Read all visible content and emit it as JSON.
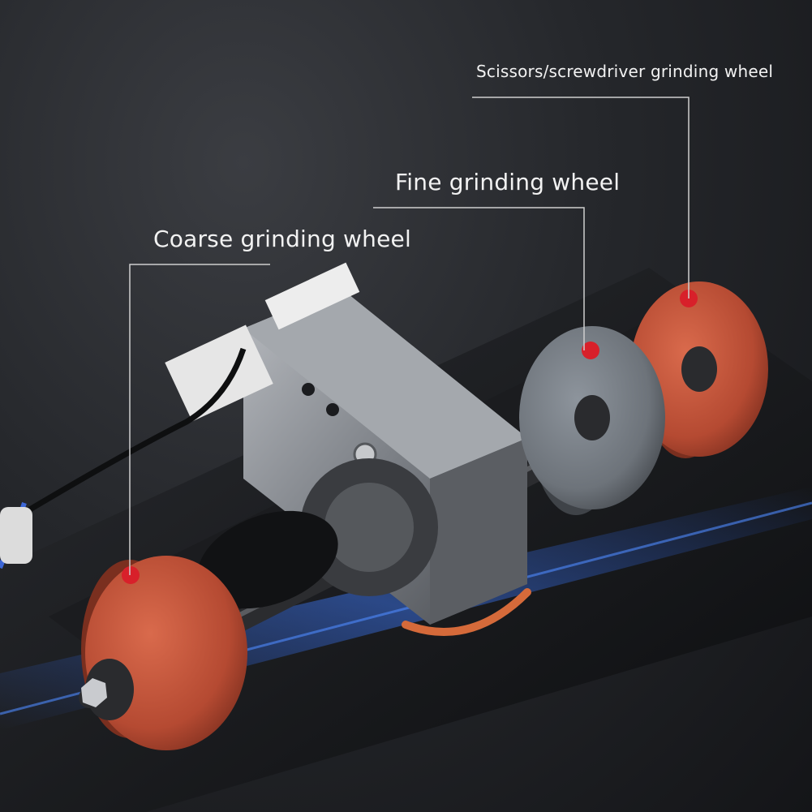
{
  "callouts": {
    "scissors_wheel": "Scissors/screwdriver grinding wheel",
    "fine_wheel": "Fine grinding wheel",
    "coarse_wheel": "Coarse grinding wheel"
  },
  "colors": {
    "orange_wheel": "#c9583e",
    "grey_wheel": "#7c8289",
    "marker_dot": "#d8202a",
    "leader_line": "#cfcfcf",
    "blue_glow": "#2f6dff"
  }
}
